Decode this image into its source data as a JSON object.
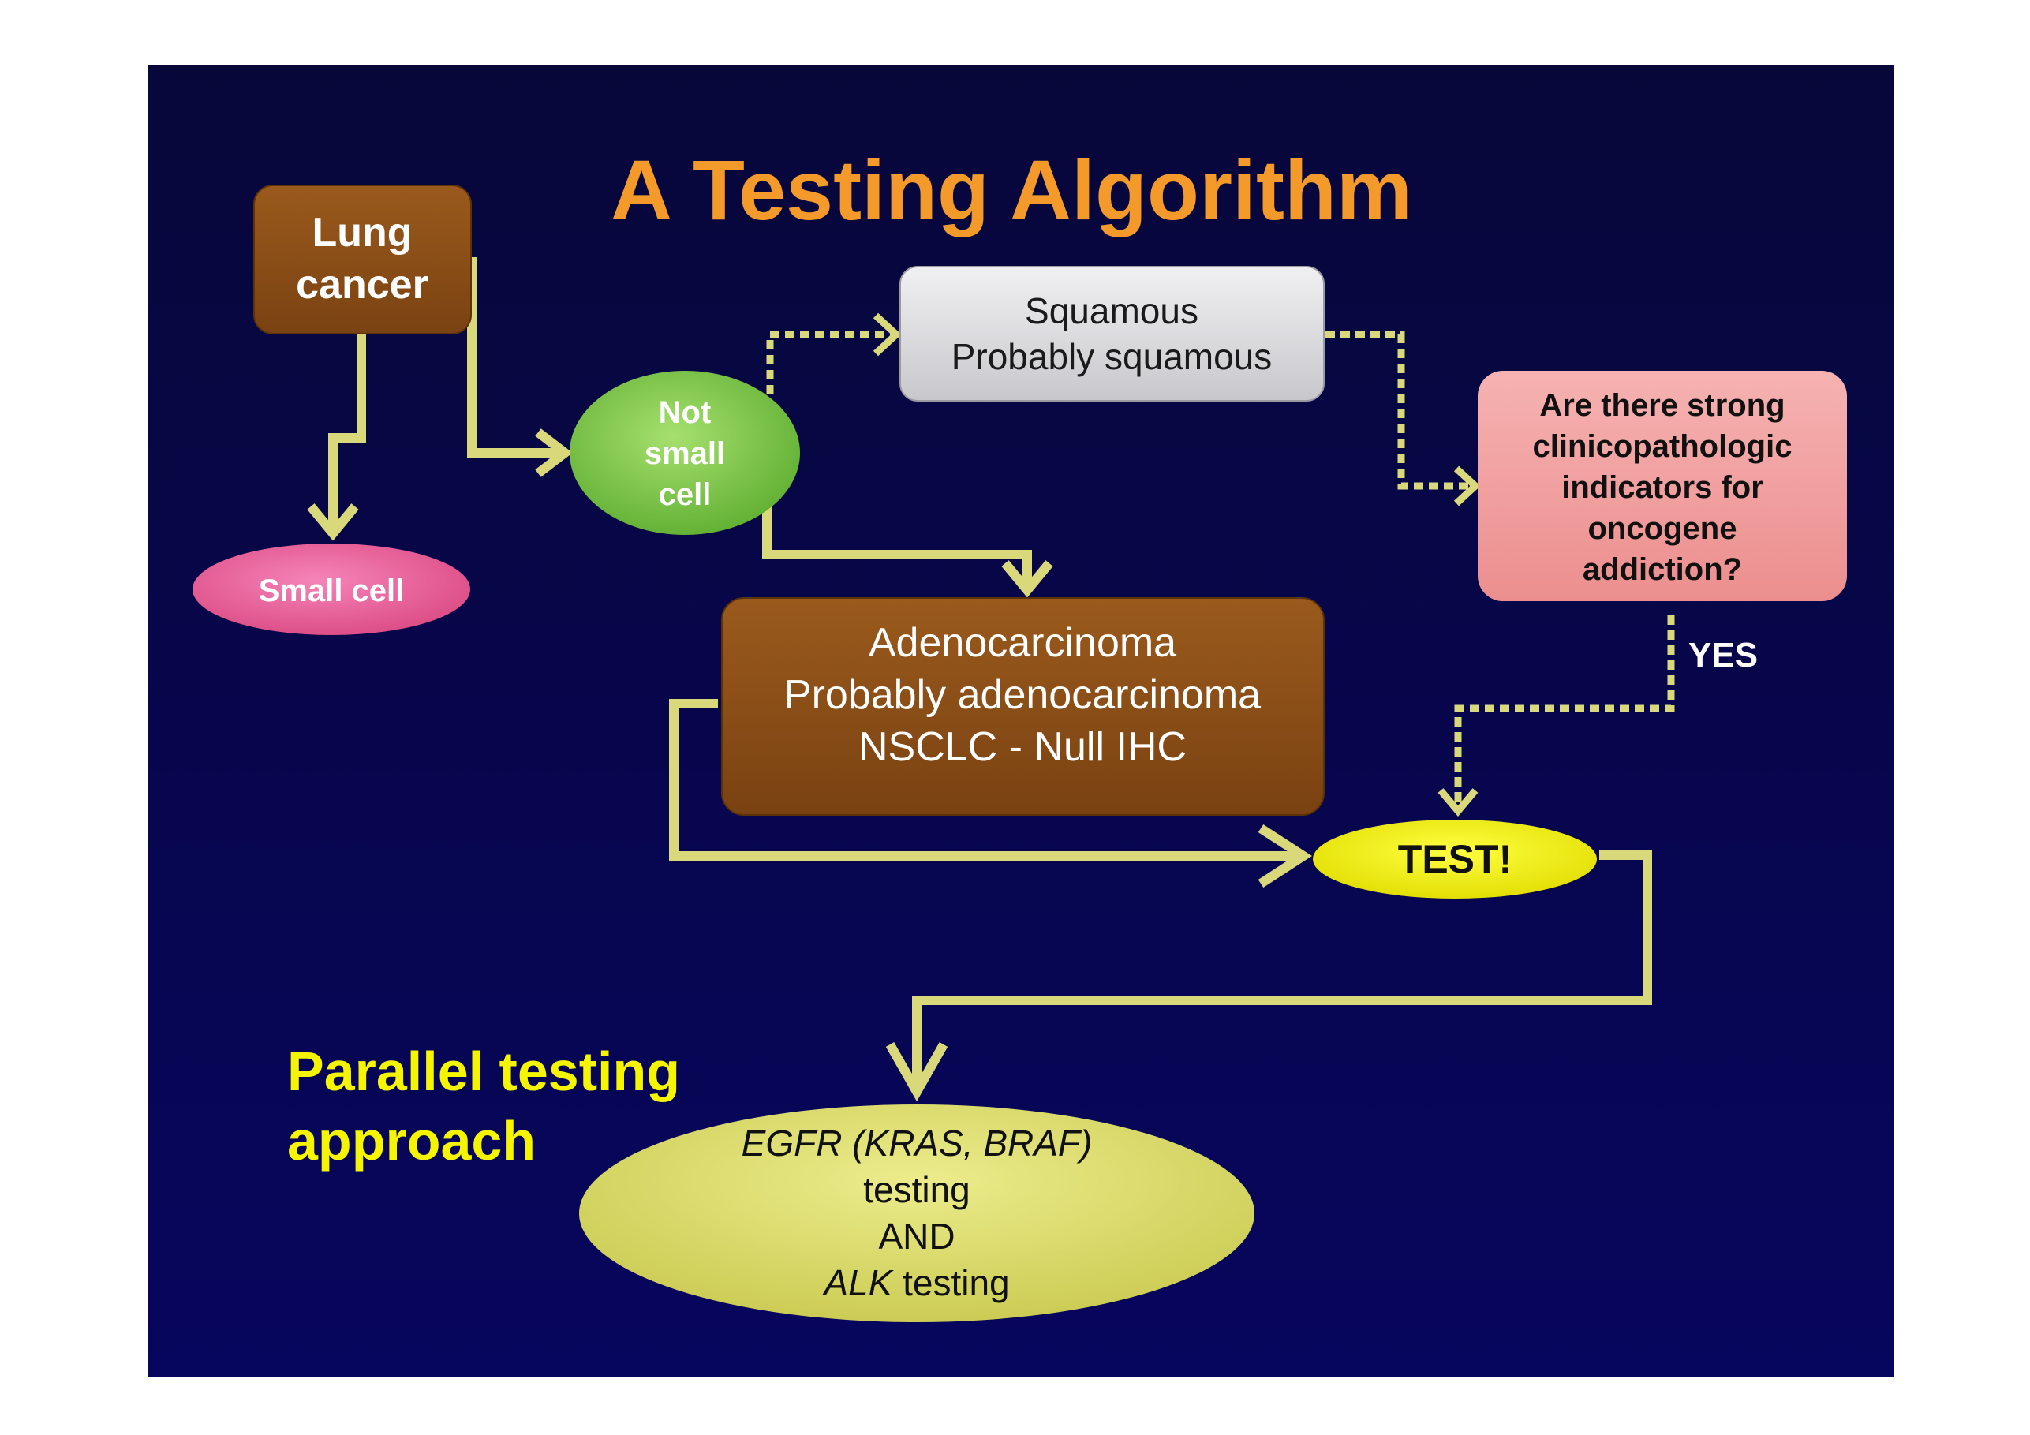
{
  "slide": {
    "title": "A Testing Algorithm",
    "parallel_label": [
      "Parallel testing",
      "approach"
    ]
  },
  "nodes": {
    "lung_cancer": [
      "Lung",
      "cancer"
    ],
    "small_cell": "Small cell",
    "not_small_cell": [
      "Not",
      "small",
      "cell"
    ],
    "squamous": [
      "Squamous",
      "Probably squamous"
    ],
    "indicators": [
      "Are there strong",
      "clinicopathologic",
      "indicators for",
      "oncogene",
      "addiction?"
    ],
    "adeno": [
      "Adenocarcinoma",
      "Probably adenocarcinoma",
      "NSCLC - Null IHC"
    ],
    "test": "TEST!",
    "final": {
      "line1": "EGFR (KRAS, BRAF)",
      "line2": "testing",
      "line3": "AND",
      "line4_italic": "ALK",
      "line4_rest": " testing"
    }
  },
  "edge_labels": {
    "yes": "YES"
  },
  "colors": {
    "background": "#06064a",
    "title": "#f39a2b",
    "connector": "#d9d87a",
    "brown_box": "#8a4f18",
    "green_oval": "#7cc94a",
    "pink_oval": "#e8609a",
    "gray_box": "#d9d9dc",
    "salmon_box": "#f2a0a0",
    "test_oval": "#f0f000",
    "final_oval": "#dede6e",
    "parallel_label": "#f5f500"
  }
}
